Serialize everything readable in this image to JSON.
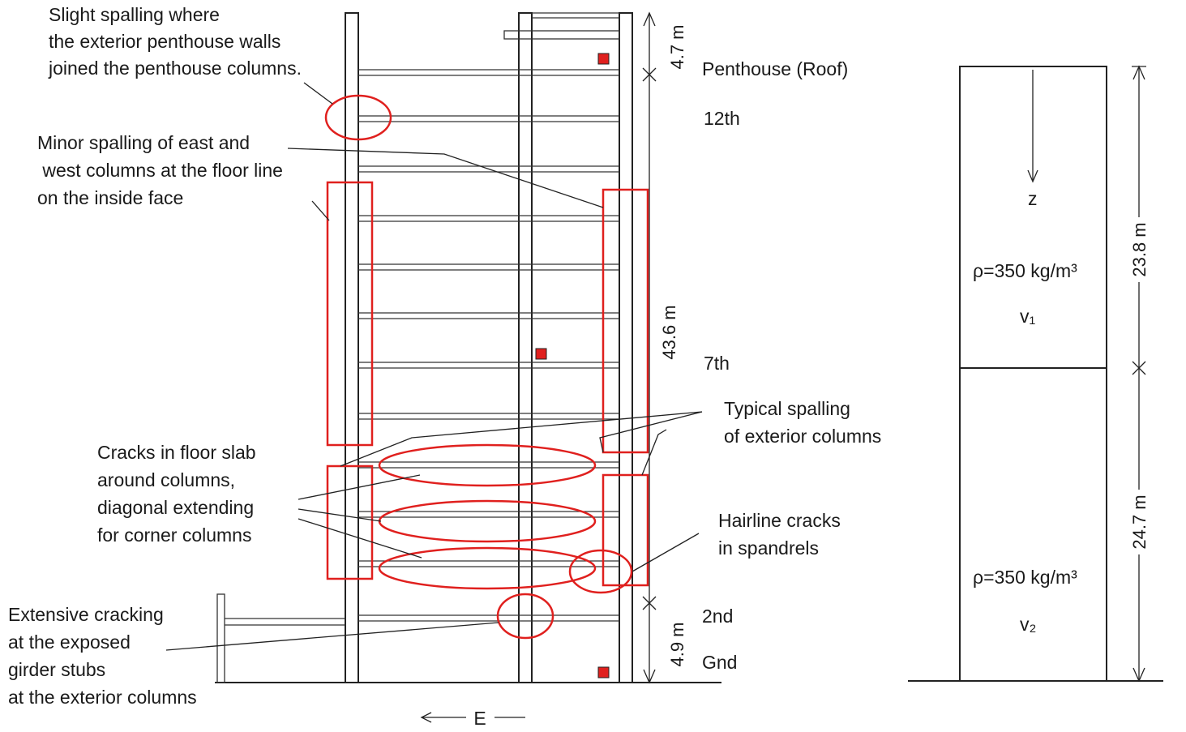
{
  "annotations": {
    "penthouse_walls": [
      "Slight spalling where",
      "the exterior penthouse walls",
      "joined the penthouse columns."
    ],
    "minor_spalling": [
      "Minor spalling of east and",
      " west columns at the floor line",
      "on the inside face"
    ],
    "floor_slab": [
      "Cracks in floor slab",
      "around columns,",
      "diagonal extending",
      "for corner columns"
    ],
    "girder_stubs": [
      "Extensive cracking",
      "at the exposed",
      "girder stubs",
      "at the exterior columns"
    ],
    "typical_spalling": [
      "Typical spalling",
      "of exterior columns"
    ],
    "hairline": [
      "Hairline cracks",
      "in spandrels"
    ]
  },
  "floors": {
    "penthouse": "Penthouse (Roof)",
    "twelfth": "12th",
    "seventh": "7th",
    "second": "2nd",
    "ground": "Gnd"
  },
  "dimensions": {
    "top": "4.7 m",
    "middle": "43.6 m",
    "bottom": "4.9 m",
    "layer1": "23.8 m",
    "layer2": "24.7 m"
  },
  "direction": "E",
  "layers": {
    "axis": "z",
    "layer1_density": "ρ=350 kg/m³",
    "layer1_velocity": "v₁",
    "layer2_density": "ρ=350 kg/m³",
    "layer2_velocity": "v₂"
  },
  "colors": {
    "damage": "#e0201e",
    "line": "#222222"
  }
}
